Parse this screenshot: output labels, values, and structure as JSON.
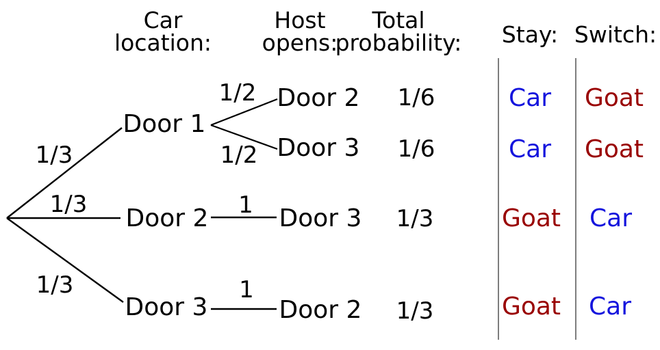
{
  "headers": {
    "car_location": {
      "line1": "Car",
      "line2": "location:"
    },
    "host_opens": {
      "line1": "Host",
      "line2": "opens:"
    },
    "total_probability": {
      "line1": "Total",
      "line2": "probability:"
    },
    "stay": "Stay:",
    "switch": "Switch:"
  },
  "tree": {
    "car_nodes": [
      {
        "label": "Door 1",
        "prob": "1/3"
      },
      {
        "label": "Door 2",
        "prob": "1/3"
      },
      {
        "label": "Door 3",
        "prob": "1/3"
      }
    ],
    "outcome_rows": [
      {
        "host_prob": "1/2",
        "host_opens": "Door 2",
        "total_prob": "1/6",
        "stay": "Car",
        "switch": "Goat"
      },
      {
        "host_prob": "1/2",
        "host_opens": "Door 3",
        "total_prob": "1/6",
        "stay": "Car",
        "switch": "Goat"
      },
      {
        "host_prob": "1",
        "host_opens": "Door 3",
        "total_prob": "1/3",
        "stay": "Goat",
        "switch": "Car"
      },
      {
        "host_prob": "1",
        "host_opens": "Door 2",
        "total_prob": "1/3",
        "stay": "Goat",
        "switch": "Car"
      }
    ]
  },
  "colors": {
    "car": "#1414dd",
    "goat": "#990000",
    "tree_line": "#000000",
    "separator_line": "#7d7d7d"
  }
}
